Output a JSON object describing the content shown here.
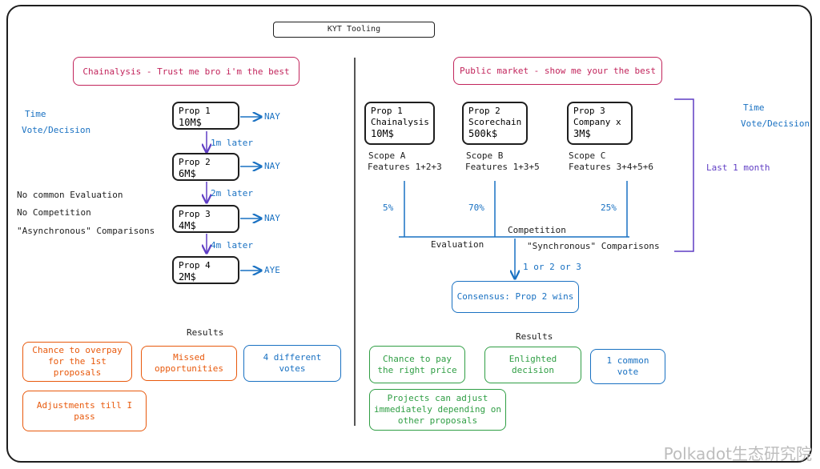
{
  "title": "KYT Tooling",
  "left": {
    "header": "Chainalysis - Trust me bro i'm the best",
    "axis": {
      "time": "Time",
      "vote": "Vote/Decision"
    },
    "notes": [
      "No common Evaluation",
      "No Competition",
      "\"Asynchronous\" Comparisons"
    ],
    "props": [
      {
        "name": "Prop 1",
        "amount": "10M$",
        "vote": "NAY"
      },
      {
        "name": "Prop 2",
        "amount": "6M$",
        "vote": "NAY"
      },
      {
        "name": "Prop 3",
        "amount": "4M$",
        "vote": "NAY"
      },
      {
        "name": "Prop 4",
        "amount": "2M$",
        "vote": "AYE"
      }
    ],
    "intervals": [
      "1m later",
      "2m later",
      "4m later"
    ],
    "results_label": "Results",
    "results": {
      "overpay": "Chance to overpay for the 1st proposals",
      "missed": "Missed opportunities",
      "votes": "4 different votes",
      "adjust": "Adjustments till I pass"
    }
  },
  "right": {
    "header": "Public market - show me your the best",
    "axis": {
      "time": "Time",
      "vote": "Vote/Decision",
      "period": "Last 1 month"
    },
    "props": [
      {
        "name": "Prop 1",
        "company": "Chainalysis",
        "amount": "10M$",
        "scope": "Scope A",
        "features": "Features 1+2+3",
        "pct": "5%"
      },
      {
        "name": "Prop 2",
        "company": "Scorechain",
        "amount": "500k$",
        "scope": "Scope B",
        "features": "Features 1+3+5",
        "pct": "70%"
      },
      {
        "name": "Prop 3",
        "company": "Company x",
        "amount": "3M$",
        "scope": "Scope C",
        "features": "Features 3+4+5+6",
        "pct": "25%"
      }
    ],
    "competition": "Competition",
    "evaluation": "Evaluation",
    "synchronous": "\"Synchronous\" Comparisons",
    "choice": "1 or 2 or 3",
    "consensus": "Consensus: Prop 2 wins",
    "results_label": "Results",
    "results": {
      "right_price": "Chance to pay the right price",
      "enlighted": "Enlighted decision",
      "common_vote": "1 common vote",
      "adjust": "Projects can adjust immediately depending on other proposals"
    }
  },
  "watermark": "Polkadot生态研究院",
  "colors": {
    "ink": "#1e1e1e",
    "pink": "#c2255c",
    "blue": "#1971c2",
    "purple": "#5f3dc4",
    "orange": "#e8590c",
    "green": "#2f9e44"
  }
}
